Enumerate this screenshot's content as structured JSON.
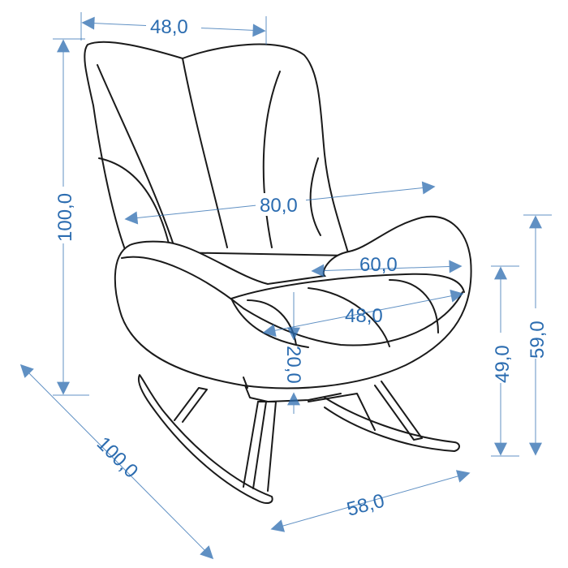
{
  "title": "Rocking chair dimensions",
  "accent_color": "#2b6cb0",
  "dimensions": {
    "top_width": "48,0",
    "total_height": "100,0",
    "total_width": "80,0",
    "arm_width": "60,0",
    "seat_width": "48,0",
    "seat_cushion_height": "20,0",
    "seat_height": "49,0",
    "arm_height": "59,0",
    "depth_left": "100,0",
    "base_depth": "58,0"
  }
}
